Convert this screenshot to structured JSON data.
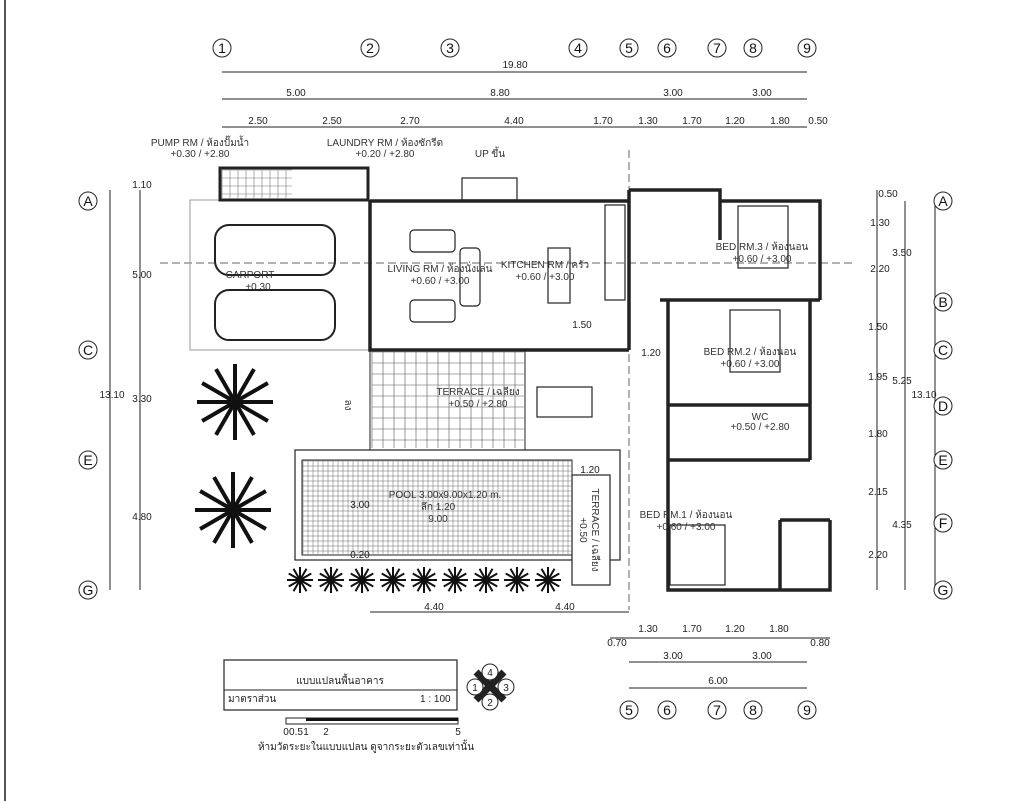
{
  "grid": {
    "columns": [
      "1",
      "2",
      "3",
      "4",
      "5",
      "6",
      "7",
      "8",
      "9"
    ],
    "rows": [
      "A",
      "B",
      "C",
      "D",
      "E",
      "F",
      "G"
    ]
  },
  "dimensions": {
    "top_total": "19.80",
    "top_mid": [
      "5.00",
      "8.80",
      "3.00",
      "3.00"
    ],
    "top_detail": [
      "2.50",
      "2.50",
      "2.70",
      "4.40",
      "1.70",
      "1.30",
      "1.70",
      "1.20",
      "1.80",
      "0.50"
    ],
    "left": [
      "1.10",
      "5.00",
      "13.10",
      "3.30",
      "4.80"
    ],
    "right_inner": [
      "0.50",
      "1.30",
      "2.20",
      "1.50",
      "1.95",
      "1.80",
      "2.15",
      "2.20"
    ],
    "right_mid": [
      "3.50",
      "5.25",
      "4.35"
    ],
    "right_total": "13.10",
    "bottom_detail": [
      "0.70",
      "1.30",
      "1.70",
      "1.20",
      "1.80",
      "0.80"
    ],
    "bottom_mid": [
      "3.00",
      "3.00"
    ],
    "bottom_total": "6.00",
    "bottom_pool": [
      "4.40",
      "4.40"
    ],
    "inner": [
      "1.50",
      "1.20",
      "1.20",
      "0.20",
      "3.00"
    ]
  },
  "rooms": {
    "pump": {
      "name": "PUMP RM / ห้องปั๊มน้ำ",
      "levels": "+0.30 / +2.80"
    },
    "laundry": {
      "name": "LAUNDRY RM / ห้องซักรีด",
      "levels": "+0.20 / +2.80"
    },
    "up": "UP ขึ้น",
    "carport": {
      "name": "CARPORT",
      "levels": "+0.30"
    },
    "living": {
      "name": "LIVING RM / ห้องนั่งเล่น",
      "levels": "+0.60 / +3.00"
    },
    "kitchen": {
      "name": "KITCHEN RM / ครัว",
      "levels": "+0.60 / +3.00"
    },
    "bed3": {
      "name": "BED RM.3 / ห้องนอน",
      "levels": "+0.60 / +3.00"
    },
    "bed2": {
      "name": "BED RM.2 / ห้องนอน",
      "levels": "+0.60 / +3.00"
    },
    "bed1": {
      "name": "BED RM.1 / ห้องนอน",
      "levels": "+0.60 / +3.00"
    },
    "wc": {
      "name": "WC",
      "levels": "+0.50 / +2.80"
    },
    "terrace": {
      "name": "TERRACE / เฉลียง",
      "levels": "+0.50 / +2.80"
    },
    "terrace2": {
      "name": "TERRACE / เฉลียง",
      "levels": "+0.50"
    },
    "pool": {
      "name": "POOL 3.00x9.00x1.20 m.",
      "sub": "ลึก 1.20",
      "len": "9.00"
    },
    "down": "ลง"
  },
  "title_block": {
    "title": "แบบแปลนพื้นอาคาร",
    "scale_label": "มาตราส่วน",
    "scale": "1 : 100",
    "scale_ticks": [
      "0",
      "0.5",
      "1",
      "2",
      "5"
    ],
    "note": "ห้ามวัดระยะในแบบแปลน ดูจากระยะตัวเลขเท่านั้น",
    "compass": [
      "1",
      "2",
      "3",
      "4"
    ]
  }
}
